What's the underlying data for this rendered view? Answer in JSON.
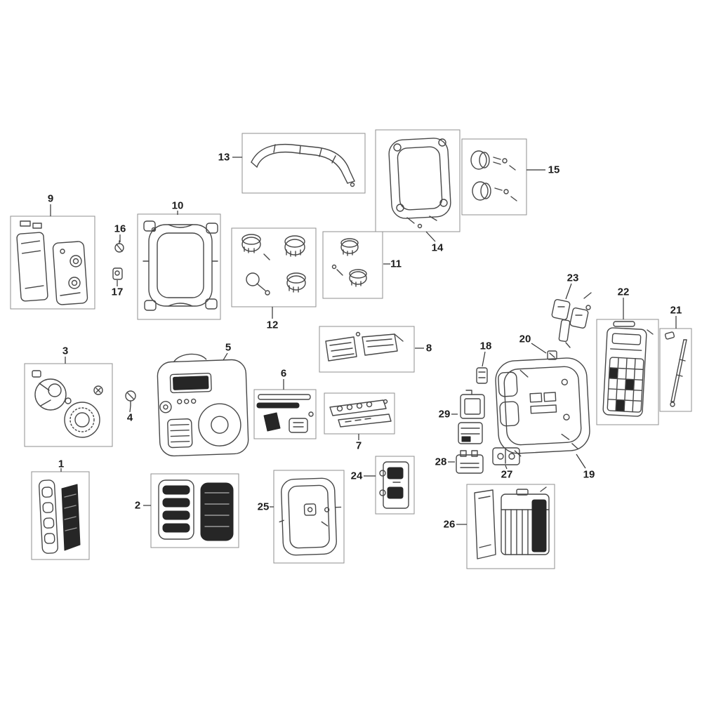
{
  "colors": {
    "background": "#ffffff",
    "line": "#474747",
    "dark_fill": "#262626",
    "group_box_border": "#8f8f8f",
    "label_text": "#1c1c1c"
  },
  "parts": [
    {
      "id": 1,
      "label": "1",
      "name": "speaker-grille-pair"
    },
    {
      "id": 2,
      "label": "2",
      "name": "speaker-grille-set"
    },
    {
      "id": 3,
      "label": "3",
      "name": "speaker-assembly"
    },
    {
      "id": 4,
      "label": "4",
      "name": "small-knob"
    },
    {
      "id": 5,
      "label": "5",
      "name": "front-housing"
    },
    {
      "id": 6,
      "label": "6",
      "name": "trim-and-grip-set"
    },
    {
      "id": 7,
      "label": "7",
      "name": "button-board"
    },
    {
      "id": 8,
      "label": "8",
      "name": "support-brackets"
    },
    {
      "id": 9,
      "label": "9",
      "name": "side-panel-set"
    },
    {
      "id": 10,
      "label": "10",
      "name": "roll-cage-frame"
    },
    {
      "id": 11,
      "label": "11",
      "name": "knob-pair"
    },
    {
      "id": 12,
      "label": "12",
      "name": "knob-set"
    },
    {
      "id": 13,
      "label": "13",
      "name": "carry-handle"
    },
    {
      "id": 14,
      "label": "14",
      "name": "rear-frame-gasket"
    },
    {
      "id": 15,
      "label": "15",
      "name": "knob-pair-with-screws"
    },
    {
      "id": 16,
      "label": "16",
      "name": "small-clip"
    },
    {
      "id": 17,
      "label": "17",
      "name": "small-clip"
    },
    {
      "id": 18,
      "label": "18",
      "name": "retainer-clip"
    },
    {
      "id": 19,
      "label": "19",
      "name": "rear-housing"
    },
    {
      "id": 20,
      "label": "20",
      "name": "fastener"
    },
    {
      "id": 21,
      "label": "21",
      "name": "antenna"
    },
    {
      "id": 22,
      "label": "22",
      "name": "keypad-panel"
    },
    {
      "id": 23,
      "label": "23",
      "name": "bracket-assembly"
    },
    {
      "id": 24,
      "label": "24",
      "name": "latch-plate"
    },
    {
      "id": 25,
      "label": "25",
      "name": "rear-frame"
    },
    {
      "id": 26,
      "label": "26",
      "name": "battery-door-and-pack"
    },
    {
      "id": 27,
      "label": "27",
      "name": "bracket"
    },
    {
      "id": 28,
      "label": "28",
      "name": "power-module"
    },
    {
      "id": 29,
      "label": "29",
      "name": "terminal-modules"
    }
  ]
}
